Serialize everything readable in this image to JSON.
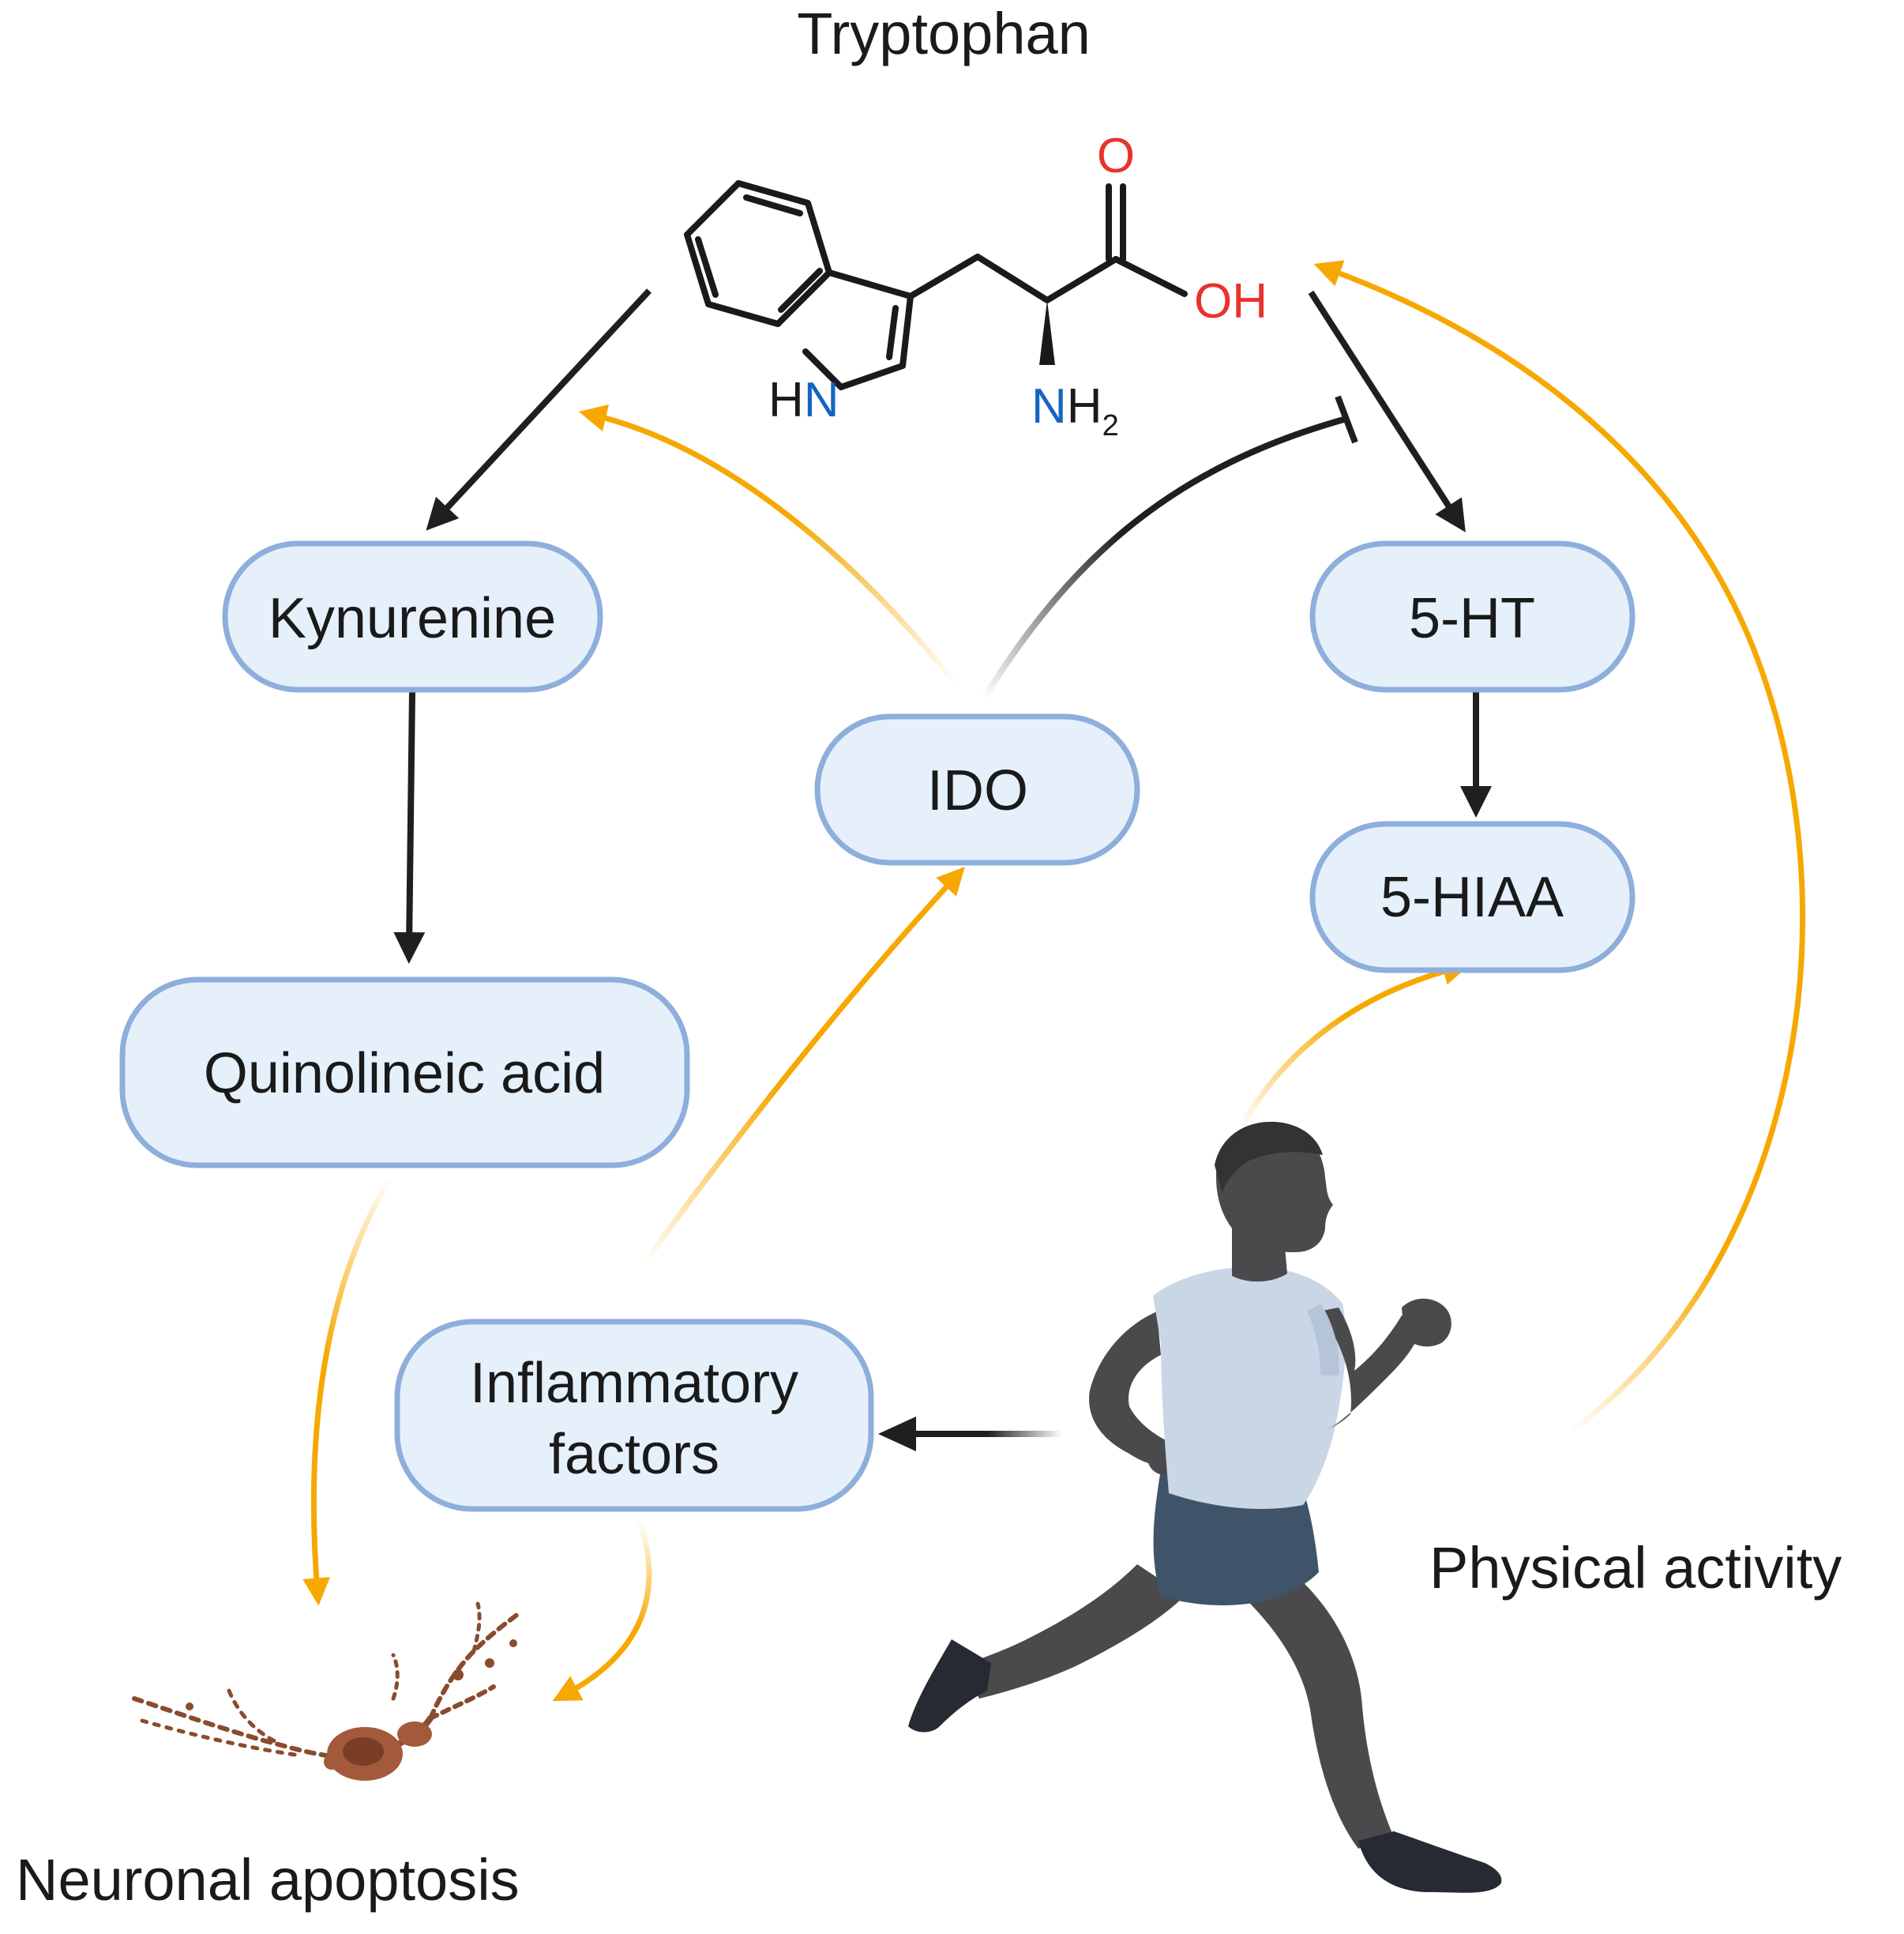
{
  "title": "Tryptophan",
  "molecule": {
    "oxygen": "O",
    "hydroxyl": "OH",
    "ring_nh": {
      "h": "H",
      "n": "N"
    },
    "amine": {
      "n": "N",
      "h": "H",
      "sub": "2"
    }
  },
  "nodes": {
    "kynurenine": "Kynurenine",
    "quinolinic_acid": "Quinolineic acid",
    "ido": "IDO",
    "serotonin": "5-HT",
    "hiaa": "5-HIAA",
    "inflammatory_line1": "Inflammatory",
    "inflammatory_line2": "factors"
  },
  "labels": {
    "neuronal_apoptosis": "Neuronal apoptosis",
    "physical_activity": "Physical activity"
  },
  "colors": {
    "box_fill": "#e6f0fb",
    "box_stroke": "#8eaedb",
    "arrow_black": "#1f1f1f",
    "arrow_orange": "#f6a800",
    "oxygen_red": "#e8332a",
    "nitrogen_blue": "#1565c0",
    "neuron_brown": "#8a4b2e",
    "runner_skin": "#4a4a4c",
    "runner_shirt": "#c9d6e6",
    "runner_shorts": "#3f5468",
    "runner_shoe": "#252a33"
  }
}
